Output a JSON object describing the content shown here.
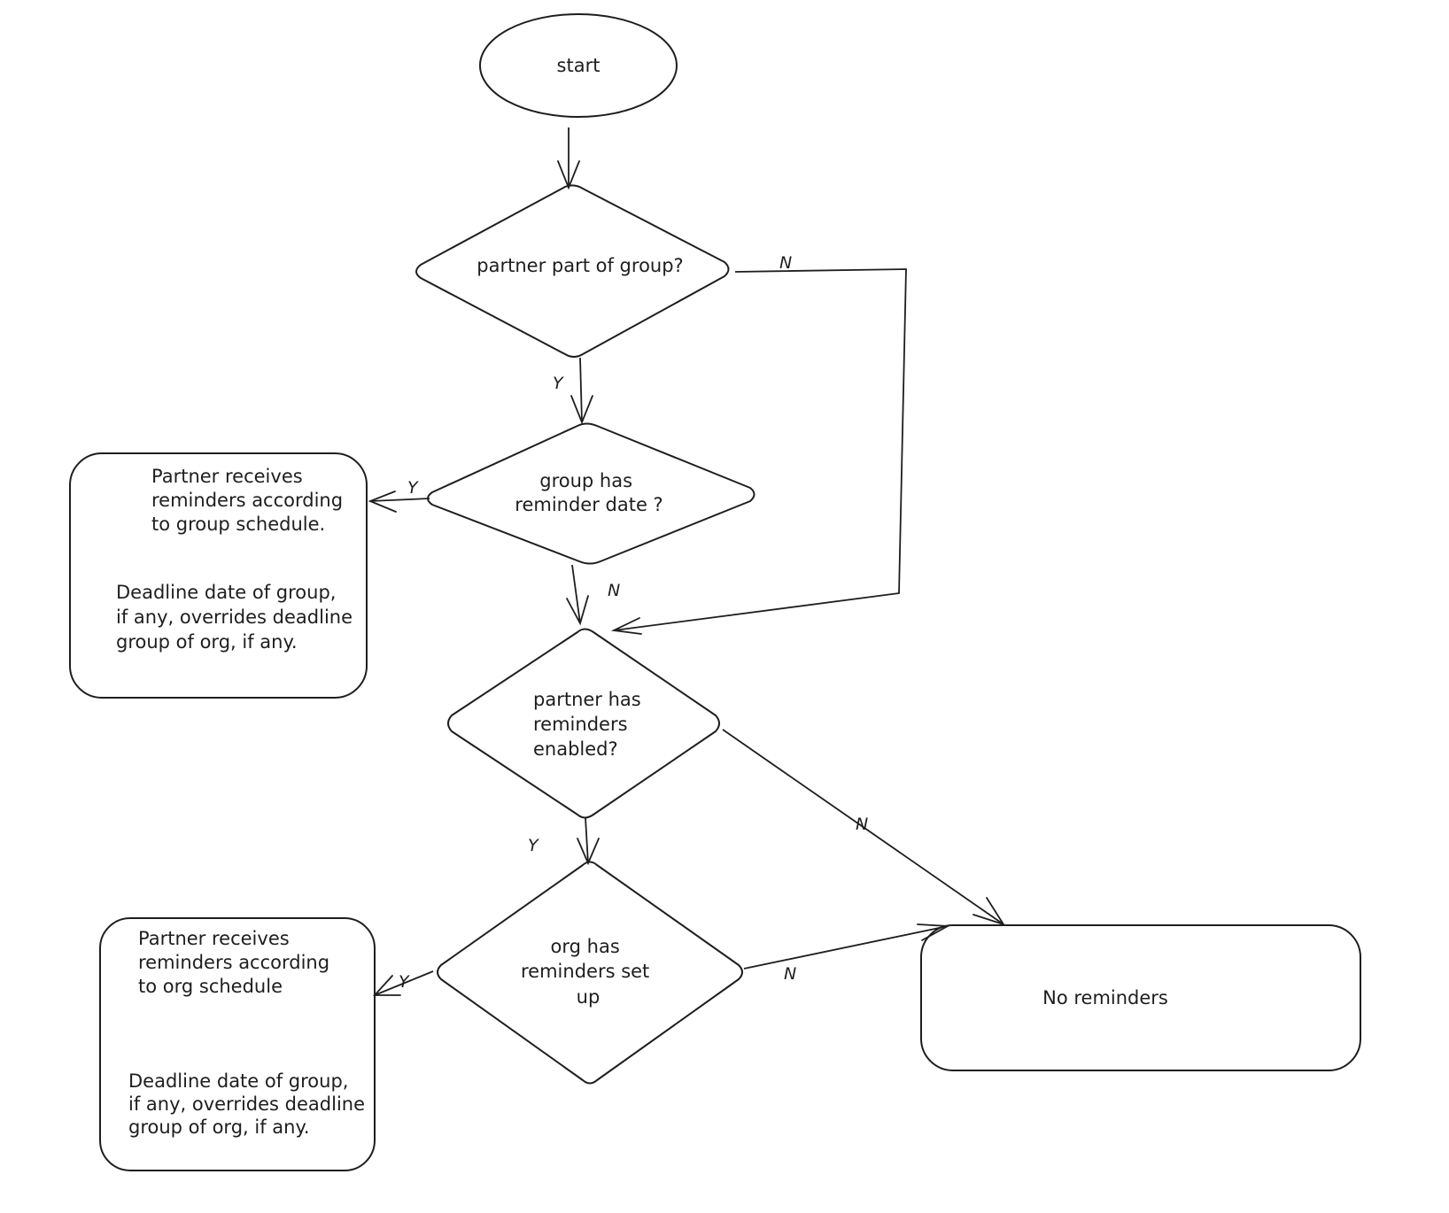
{
  "nodes": {
    "start": {
      "type": "terminal",
      "lines": [
        "start"
      ]
    },
    "partner_part_of_group": {
      "type": "decision",
      "lines": [
        "partner part of group?"
      ]
    },
    "group_has_reminder_date": {
      "type": "decision",
      "lines": [
        "group has",
        "reminder date ?"
      ]
    },
    "partner_has_reminders_enabled": {
      "type": "decision",
      "lines": [
        "partner has",
        "reminders",
        "enabled?"
      ]
    },
    "org_has_reminders_set_up": {
      "type": "decision",
      "lines": [
        "org has",
        "reminders set",
        "up"
      ]
    },
    "group_schedule_outcome": {
      "type": "process",
      "lines": [
        "Partner receives",
        "reminders according",
        "to group schedule.",
        "",
        "Deadline date of group,",
        "if any, overrides deadline",
        "group of org, if any."
      ]
    },
    "org_schedule_outcome": {
      "type": "process",
      "lines": [
        "Partner receives",
        "reminders according",
        "to org schedule",
        "",
        "Deadline date of group,",
        "if any, overrides deadline",
        "group of org, if any."
      ]
    },
    "no_reminders": {
      "type": "process",
      "lines": [
        "No reminders"
      ]
    }
  },
  "edges": [
    {
      "from": "start",
      "to": "partner_part_of_group",
      "label": ""
    },
    {
      "from": "partner_part_of_group",
      "to": "group_has_reminder_date",
      "label": "Y"
    },
    {
      "from": "partner_part_of_group",
      "to": "partner_has_reminders_enabled",
      "label": "N"
    },
    {
      "from": "group_has_reminder_date",
      "to": "group_schedule_outcome",
      "label": "Y"
    },
    {
      "from": "group_has_reminder_date",
      "to": "partner_has_reminders_enabled",
      "label": "N"
    },
    {
      "from": "partner_has_reminders_enabled",
      "to": "org_has_reminders_set_up",
      "label": "Y"
    },
    {
      "from": "partner_has_reminders_enabled",
      "to": "no_reminders",
      "label": "N"
    },
    {
      "from": "org_has_reminders_set_up",
      "to": "org_schedule_outcome",
      "label": "Y"
    },
    {
      "from": "org_has_reminders_set_up",
      "to": "no_reminders",
      "label": "N"
    }
  ]
}
